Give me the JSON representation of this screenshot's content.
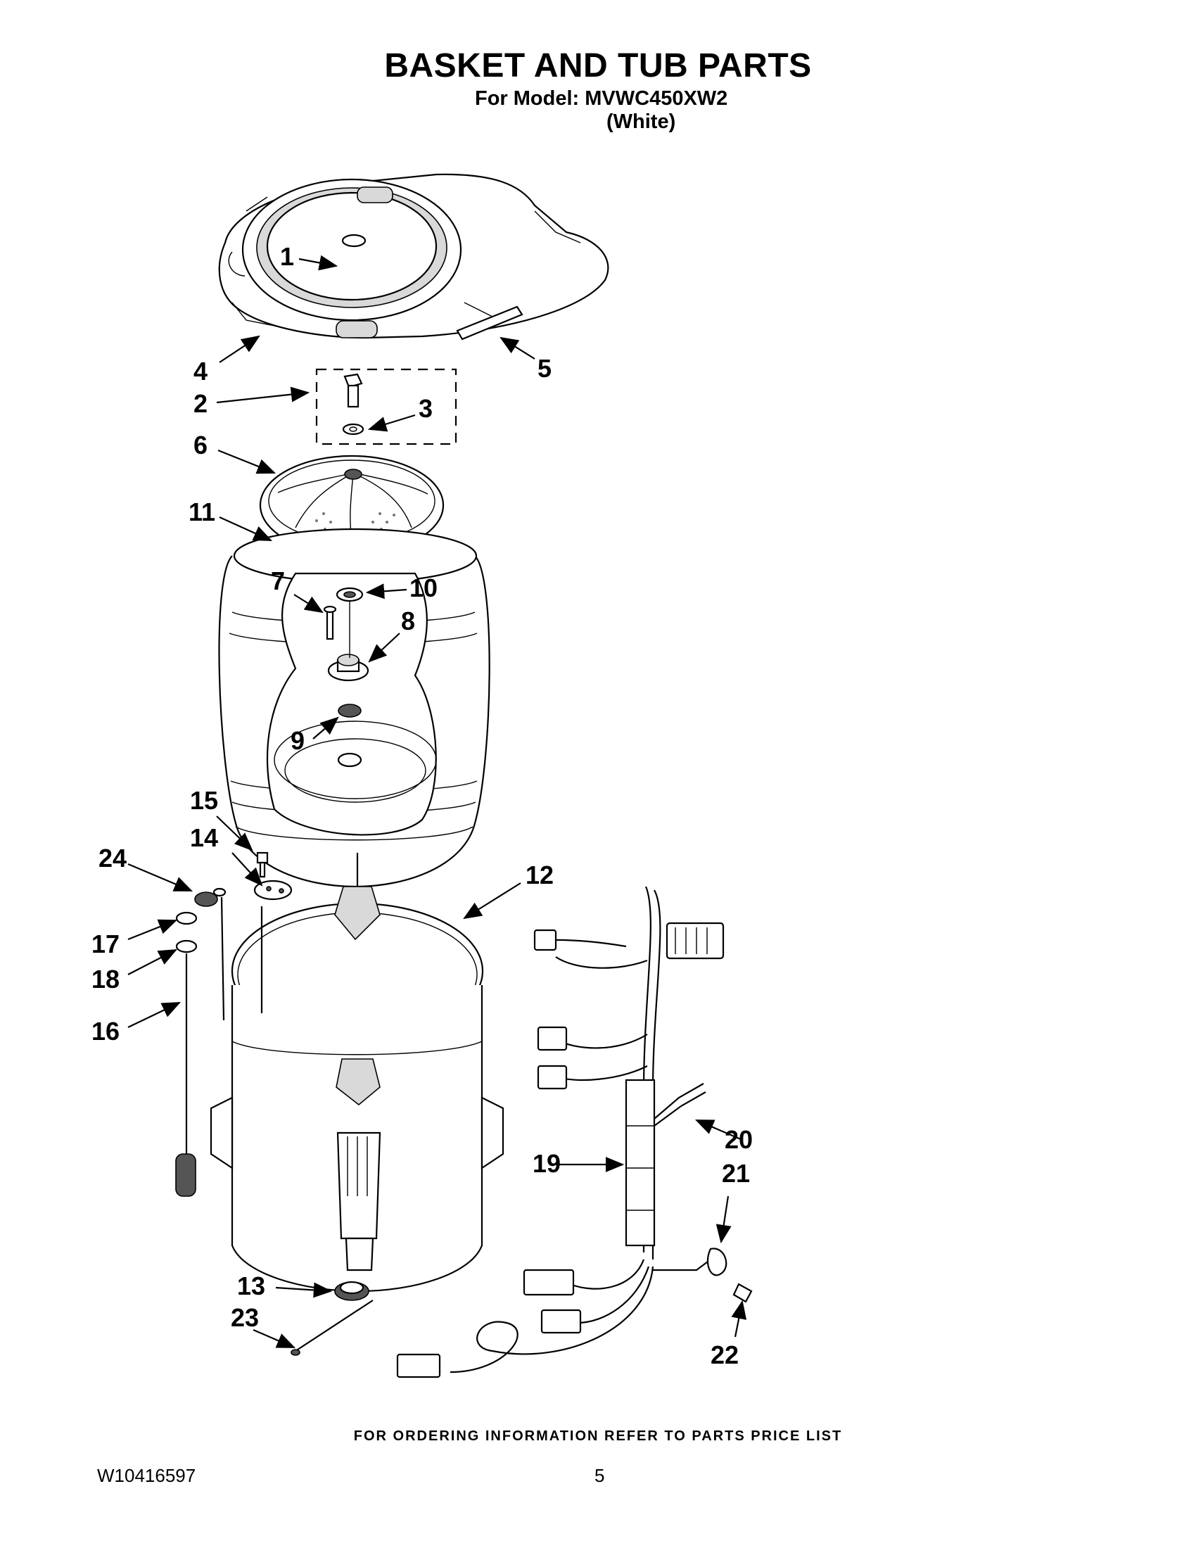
{
  "document": {
    "title": "BASKET AND TUB PARTS",
    "model_line": "For Model: MVWC450XW2",
    "color_line": "(White)",
    "ordering_note": "FOR ORDERING INFORMATION REFER TO PARTS PRICE LIST",
    "doc_number": "W10416597",
    "page_number": "5"
  },
  "callouts": [
    "1",
    "2",
    "3",
    "4",
    "5",
    "6",
    "7",
    "8",
    "9",
    "10",
    "11",
    "12",
    "13",
    "14",
    "15",
    "16",
    "17",
    "18",
    "19",
    "20",
    "21",
    "22",
    "23",
    "24"
  ]
}
